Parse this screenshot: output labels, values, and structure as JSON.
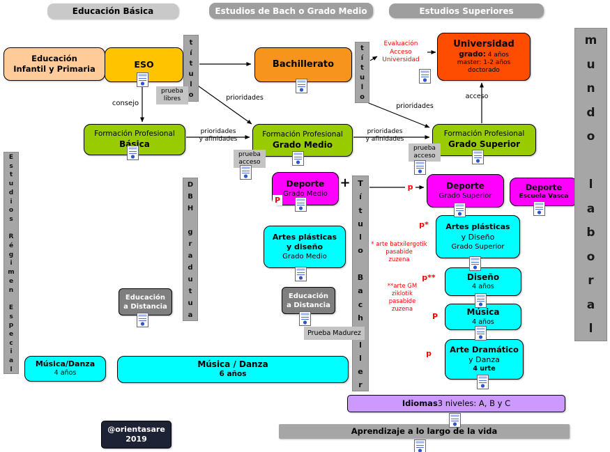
{
  "headers": {
    "basica": "Educación Básica",
    "medio": "Estudios de Bach o Grado Medio",
    "superiores": "Estudios Superiores"
  },
  "bars": {
    "titulo1": "título",
    "titulo2": "título",
    "titulo_bachiller": "Título Bachiller",
    "dbh": "DBH gradutua",
    "regimen": "Estudios Régimen Especial",
    "mundo_laboral": "mundo laboral"
  },
  "boxes": {
    "infantil": {
      "line1": "Educación",
      "line2": "Infantil y Primaria"
    },
    "eso": {
      "label": "ESO"
    },
    "bachillerato": {
      "label": "Bachillerato"
    },
    "universidad": {
      "title": "Universidad",
      "grado_bold": "grado:",
      "grado_rest": " 4 años",
      "master": "master: 1-2 años",
      "doctorado": "doctorado"
    },
    "fp_basica": {
      "line1": "Formación Profesional",
      "line2": "Básica"
    },
    "fp_medio": {
      "line1": "Formación Profesional",
      "line2": "Grado Medio"
    },
    "fp_superior": {
      "line1": "Formación Profesional",
      "line2": "Grado Superior"
    },
    "deporte_medio": {
      "line1": "Deporte",
      "line2": "Grado Medio"
    },
    "deporte_superior": {
      "line1": "Deporte",
      "line2": "Grado Superior"
    },
    "deporte_vasca": {
      "line1": "Deporte",
      "line2": "Escuela Vasca"
    },
    "artes_medio": {
      "line1": "Artes plásticas",
      "line2": "y diseño",
      "line3": "Grado Medio"
    },
    "artes_superior": {
      "line1": "Artes plásticas",
      "line2": "y Diseño",
      "line3": "Grado Superior"
    },
    "diseno": {
      "line1": "Diseño",
      "line2": "4 años"
    },
    "musica": {
      "line1": "Música",
      "line2": "4 años"
    },
    "arte_dramatico": {
      "line1": "Arte Dramático",
      "line2": "y Danza",
      "line3": "4 urte"
    },
    "educacion_distancia_izq": {
      "line1": "Educación",
      "line2": "a Distancia"
    },
    "educacion_distancia_centro": {
      "line1": "Educación",
      "line2": "a Distancia"
    },
    "musica_danza_4": {
      "line1": "Música/Danza",
      "line2": "4 años"
    },
    "musica_danza_6": {
      "line1": "Música / Danza",
      "line2": "6 años"
    },
    "idiomas": {
      "bold": "Idiomas",
      "rest": " 3 niveles: A, B y C"
    },
    "orientasare": {
      "line1": "@orientasare",
      "line2": "2019"
    },
    "aprendizaje": {
      "label": "Aprendizaje a lo largo de la vida"
    }
  },
  "labels": {
    "consejo": "consejo",
    "prueba_libres": "prueba\nlibres",
    "prioridades1": "prioridades",
    "prioridades2": "prioridades",
    "prioridades_afinidades1": "prioridades\ny afinidades",
    "prioridades_afinidades2": "prioridades\ny afinidades",
    "prueba_acceso1": "prueba\nacceso",
    "prueba_acceso2": "prueba\nacceso",
    "evaluacion": "Evaluación\nAcceso\nUniversidad",
    "acceso": "acceso",
    "prueba_madurez": "Prueba Madurez",
    "plus": "+",
    "p_deporte_medio": "P",
    "p_deporte_superior": "p",
    "p_artes_superior": "p*",
    "p_diseno": "p**",
    "p_musica": "P",
    "p_arte_dramatico": "p",
    "nota_batxilergotik": "* arte batxilergotik\npasabide\nzuzena",
    "nota_gm": "**arte GM\nziklotik\npasabide\nzuzena"
  },
  "icon_legend": {
    "certificate-icon": "documento / título"
  },
  "colors": {
    "peach": "#FFCC99",
    "yellow": "#FFC300",
    "orange": "#F7941D",
    "orange-red": "#FF4D00",
    "green": "#99CC00",
    "magenta": "#FF00FF",
    "cyan": "#00FFFF",
    "lavender": "#CC99FF",
    "gray-bar": "#A6A6A6",
    "gray-label": "#C4C4C4",
    "gray-dark": "#7F7F7F",
    "navy": "#1E2235",
    "red": "#FF0000",
    "header-light": "#C9C9C9",
    "header-gray": "#9E9E9E"
  }
}
